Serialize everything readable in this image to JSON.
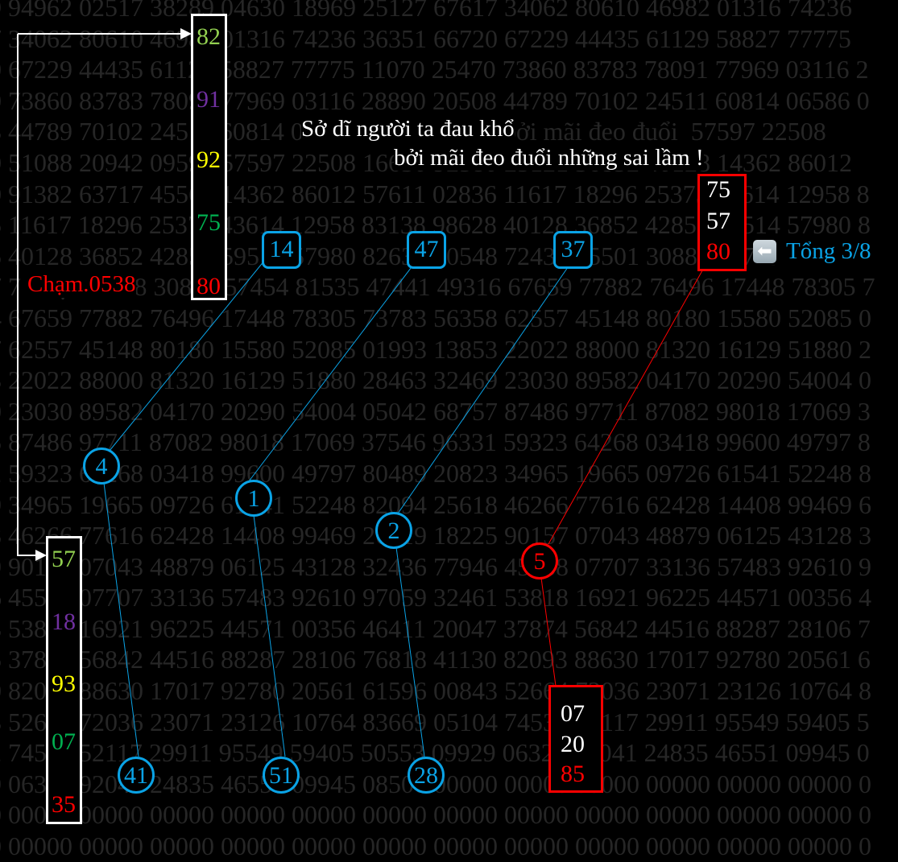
{
  "background_rows": [
    "9 94962 02517 38289 04630 18969 25127 67617 34062 80610 46982 01316 74236",
    "7 34062 80610 46982 01316 74236 36351 66720 67229 44435 61129 58827 77775",
    "0 67229 44435 61129 58827 77775 11070 25470 73860 83783 78091 77969 03116 2",
    "0 73860 83783 78091 77969 03116 28890 20508 44789 70102 24511 60814 06586 0",
    "3 44789 70102 24511 60814 06586 05447 36351 bởi mãi đeo đuổi  57597 22508",
    "0 51088 20942 09592 57597 22508 16630 92580 25121 36852 40128 14362 86012",
    "0 91382 63717 45563 14362 86012 57611 02836 11617 18296 25375 43614 12958 8",
    "5 11617 18296 25375 43614 12958 83138 98628 40128 36852 42857 59514 57980 8",
    "5 40128 36852 42857 59514 57980 82631 30548 72437 95501 30880 54719 4",
    "7 7 Chạm.0538 30880 57454 81535 47441 49316 67659 77882 76496 17448 78305 7",
    "4 67659 77882 76496 17448 78305 73783 56358 62557 45148 80180 15580 52085 0",
    "7 62557 45148 80180 15580 52085 01993 13853 22022 88000 81320 16129 51880 2",
    "3 22022 88000 81320 16129 51880 28463 32469 23030 89582 04170 20290 54004 0",
    "0 23030 89582 04170 20290 54004 05042 68757 87486 97711 87082 98018 17069 3",
    "5 87486 97711 87082 98018 17069 37546 96331 59323 64268 03418 99600 49797 8",
    "2 59323 64268 03418 99600 49797 80489 20823 34965 19665 09726 61541 52248 8",
    "9 34965 19665 09726 61541 52248 82094 25618 46266 77616 62428 14408 99469 6",
    "8 46266 77616 62428 14408 99469 26219 18225 90157 07043 48879 06125 43128 3",
    "9 90157 07043 48879 06125 43128 32436 77946 45538 07707 33136 57483 92610 9",
    "6 45538 07707 33136 57483 92610 97059 32461 53818 16921 96225 44571 00356 4",
    "3 53818 16921 96225 44571 00356 46411 20047 37874 56842 44516 88287 28106 7",
    "5 37874 56842 44516 88287 28106 76818 41130 82093 88630 17017 92780 20561 6",
    "0 82093 88630 17017 92780 20561 61596 00843 52664 72036 23071 23126 10764 8",
    "3 52664 72036 23071 23126 10764 83669 05104 74537 52117 29911 95549 59405 5",
    "2 74537 52117 29911 95549 59405 50553 09929 06320 92041 24835 46551 09945 0",
    "9 06320 92041 24835 46551 09945 08500 00000 00000 00000 00000 00000 00000 0",
    "0 00000 00000 00000 00000 00000 00000 00000 00000 00000 00000 00000 00000 0",
    "0 00000 00000 00000 00000 00000 00000 00000 00000 00000 00000 00000 00000 0"
  ],
  "quote": {
    "line1": "Sở dĩ người ta đau khổ",
    "line2": "bởi mãi đeo đuổi những sai lầm !"
  },
  "label_cham": "Chạm.0538",
  "top_column": [
    {
      "value": "82",
      "color": "#92d050"
    },
    {
      "value": "91",
      "color": "#7030a0"
    },
    {
      "value": "92",
      "color": "#ffff00"
    },
    {
      "value": "75",
      "color": "#00b050"
    },
    {
      "value": "80",
      "color": "#ff0000"
    }
  ],
  "bottom_column": [
    {
      "value": "57",
      "color": "#92d050"
    },
    {
      "value": "18",
      "color": "#7030a0"
    },
    {
      "value": "93",
      "color": "#ffff00"
    },
    {
      "value": "07",
      "color": "#00b050"
    },
    {
      "value": "35",
      "color": "#ff0000"
    }
  ],
  "top_boxes": [
    "14",
    "47",
    "37"
  ],
  "mid_circles": [
    "4",
    "1",
    "2"
  ],
  "bottom_circles": [
    "41",
    "51",
    "28"
  ],
  "red_top_box": [
    "75",
    "57",
    "80"
  ],
  "red_circle": "5",
  "red_bottom_box": [
    "07",
    "20",
    "85"
  ],
  "total": {
    "icon": "left-arrow-icon",
    "label": "Tổng 3/8"
  },
  "colors": {
    "blue": "#0aa3e6",
    "red": "#ff0000",
    "white": "#ffffff"
  }
}
